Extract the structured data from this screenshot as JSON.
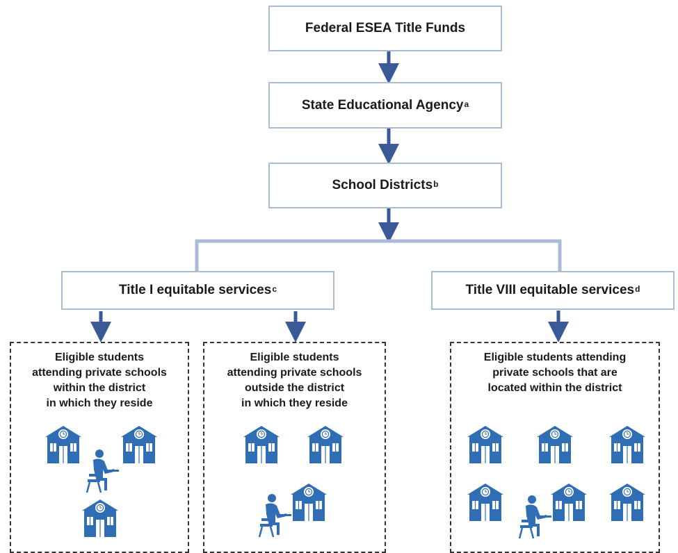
{
  "nodes": {
    "federal": "Federal ESEA Title Funds",
    "state": "State Educational Agency",
    "state_note": "a",
    "districts": "School Districts",
    "districts_note": "b",
    "title1": "Title I equitable services",
    "title1_note": "c",
    "title8": "Title VIII equitable services",
    "title8_note": "d"
  },
  "groups": {
    "within": [
      "Eligible students",
      "attending private schools",
      "within the district",
      "in which they reside"
    ],
    "outside": [
      "Eligible students",
      "attending private schools",
      "outside the district",
      "in which they reside"
    ],
    "located": [
      "Eligible students attending",
      "private schools that are",
      "located within the district"
    ]
  },
  "colors": {
    "icon": "#2f6db5",
    "arrow": "#3b5998",
    "box_border": "#a9bcd3",
    "connector": "#a9bcd3"
  },
  "icons": {
    "school": "school-building-icon",
    "student": "student-at-desk-icon"
  }
}
